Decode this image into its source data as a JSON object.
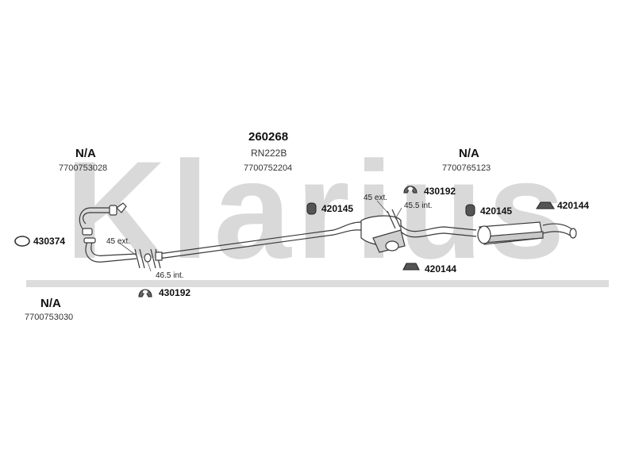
{
  "watermark": {
    "text": "Klarius",
    "color": "#d9d9d9"
  },
  "colors": {
    "line": "#3a3a3a",
    "pipe_fill": "#ffffff",
    "band": "#dcdcdc"
  },
  "groups": [
    {
      "code": "N/A",
      "ref": "7700753028"
    },
    {
      "code": "260268",
      "sub": "RN222B",
      "ref": "7700752204"
    },
    {
      "code": "N/A",
      "ref": "7700765123"
    },
    {
      "code": "N/A",
      "ref": "7700753030"
    }
  ],
  "parts": {
    "p430374": "430374",
    "p430192a": "430192",
    "p430192b": "430192",
    "p420145a": "420145",
    "p420145b": "420145",
    "p420144a": "420144",
    "p420144b": "420144"
  },
  "notes": {
    "n1": "45 ext.",
    "n2": "46.5 int.",
    "n3": "45 ext.",
    "n4": "45.5 int."
  }
}
